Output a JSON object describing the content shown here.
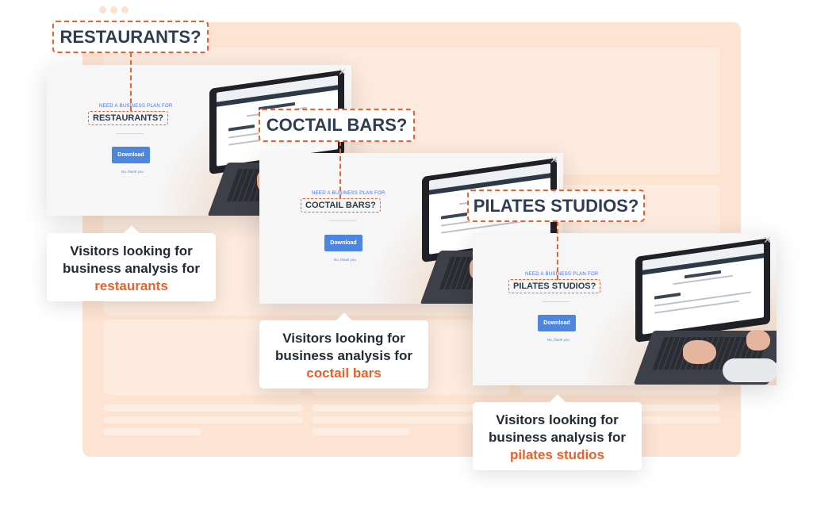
{
  "popups": [
    {
      "id": "restaurants",
      "big_label": "RESTAURANTS?",
      "small_title": "NEED A BUSINESS PLAN FOR",
      "small_label": "RESTAURANTS?",
      "download_label": "Download",
      "decline_label": "No, thank you",
      "close_icon": "close-icon",
      "caption_line1": "Visitors looking for",
      "caption_line2": "business analysis for",
      "caption_highlight": "restaurants"
    },
    {
      "id": "coctail-bars",
      "big_label": "COCTAIL BARS?",
      "small_title": "NEED A BUSINESS PLAN FOR",
      "small_label": "COCTAIL BARS?",
      "download_label": "Download",
      "decline_label": "No, thank you",
      "close_icon": "close-icon",
      "caption_line1": "Visitors looking for",
      "caption_line2": "business analysis for",
      "caption_highlight": "coctail bars"
    },
    {
      "id": "pilates-studios",
      "big_label": "PILATES STUDIOS?",
      "small_title": "NEED A BUSINESS PLAN FOR",
      "small_label": "PILATES STUDIOS?",
      "download_label": "Download",
      "decline_label": "No, thank you",
      "close_icon": "close-icon",
      "caption_line1": "Visitors looking for",
      "caption_line2": "business analysis for",
      "caption_highlight": "pilates studios"
    }
  ],
  "colors": {
    "accent": "#e8622c",
    "button": "#4c86df",
    "background_frame": "#fde3d1",
    "text_dark": "#222a35"
  }
}
